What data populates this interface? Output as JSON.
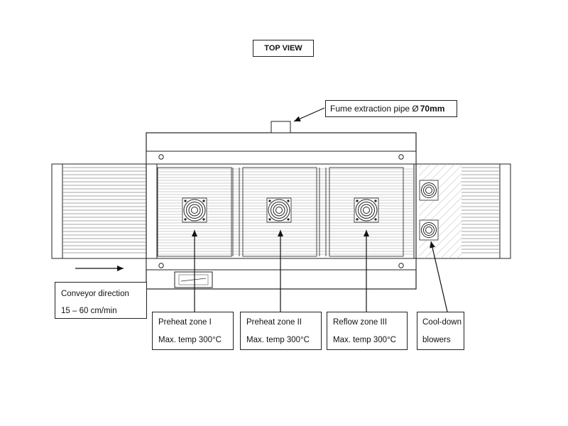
{
  "title": "TOP VIEW",
  "fume": {
    "label": "Fume extraction pipe Ø",
    "size": "70mm"
  },
  "conveyor": {
    "line1": "Conveyor direction",
    "line2": "15 – 60 cm/min"
  },
  "zones": [
    {
      "name": "Preheat zone I",
      "temp": "Max. temp 300°C"
    },
    {
      "name": "Preheat zone II",
      "temp": "Max. temp 300°C"
    },
    {
      "name": "Reflow zone III",
      "temp": "Max. temp 300°C"
    }
  ],
  "cooldown": {
    "line1": "Cool-down",
    "line2": "blowers"
  },
  "colors": {
    "stroke": "#222222",
    "background": "#ffffff"
  }
}
